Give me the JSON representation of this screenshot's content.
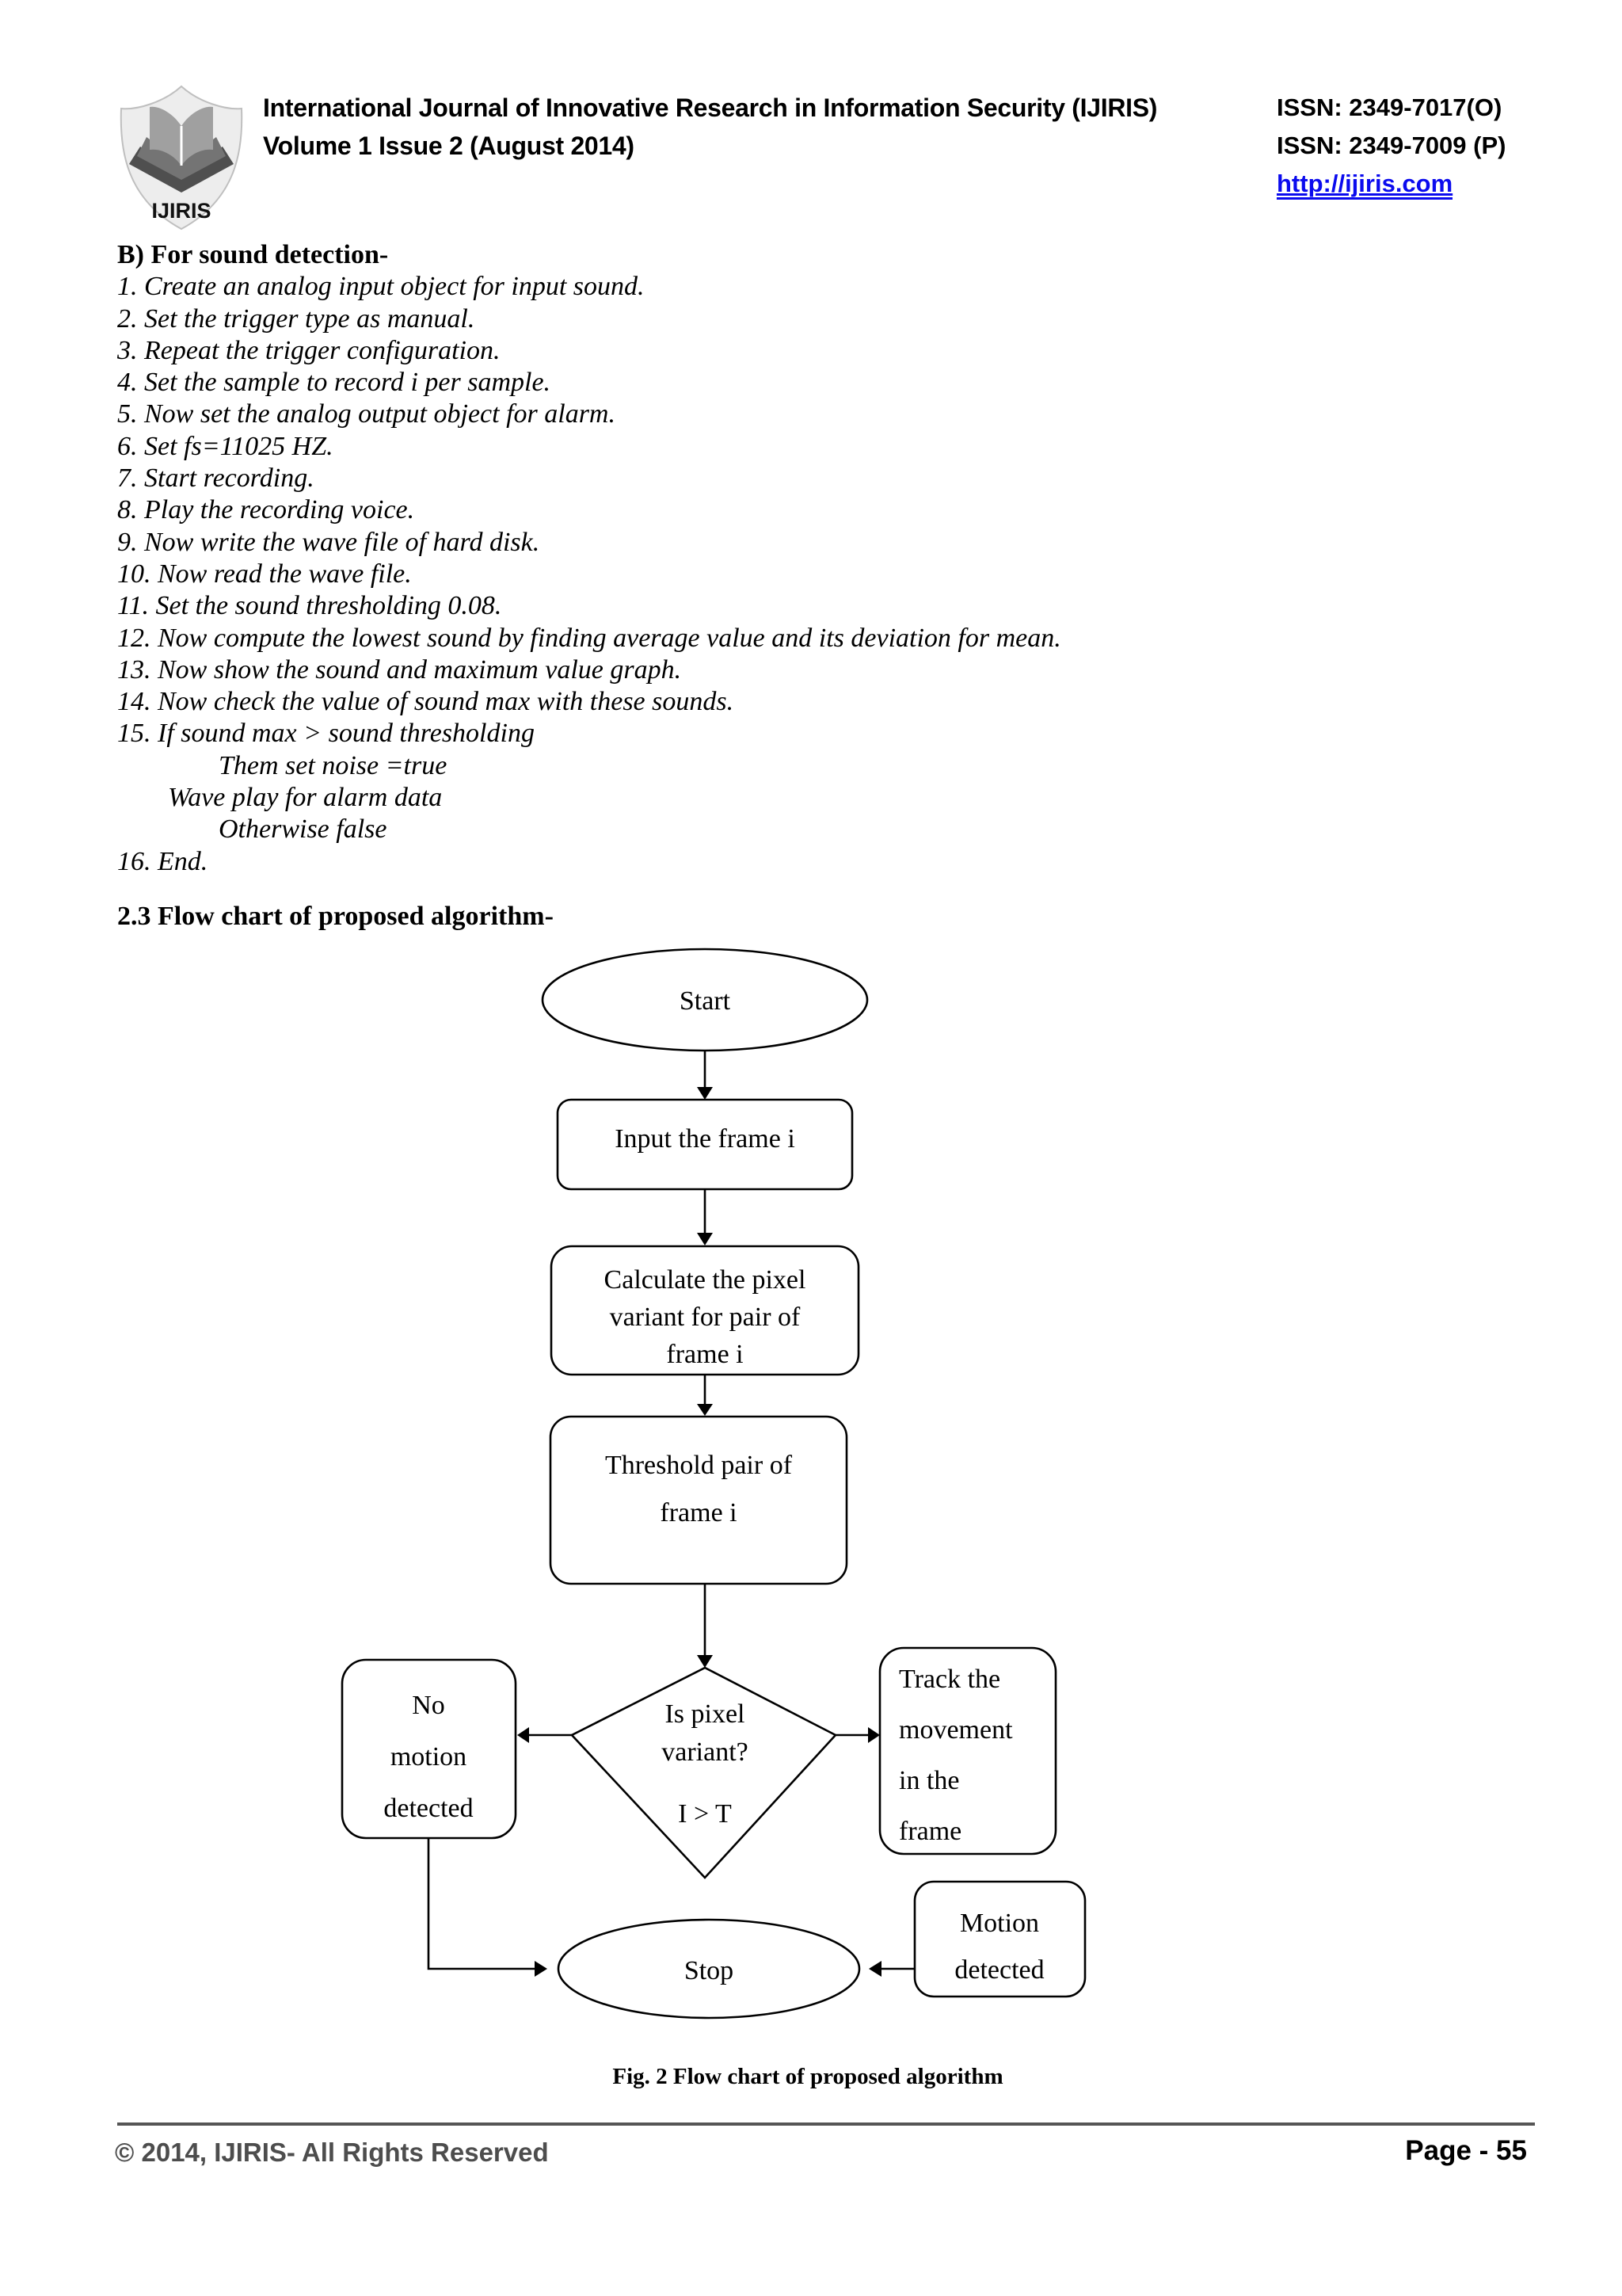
{
  "header": {
    "journal_title": "International Journal of Innovative Research in Information Security (IJIRIS)",
    "volume_line": "Volume 1 Issue 2 (August 2014)",
    "issn_online": "ISSN: 2349-7017(O)",
    "issn_print": "ISSN: 2349-7009 (P)",
    "website": "http://ijiris.com",
    "logo_text": "IJIRIS"
  },
  "sound_detection": {
    "heading": "B) For sound detection-",
    "lines": [
      "1. Create an analog input object for input sound.",
      "2. Set the trigger type as manual.",
      "3. Repeat the trigger configuration.",
      "4. Set the sample to record i per sample.",
      "5. Now set the analog output object for alarm.",
      "6. Set fs=11025 HZ.",
      "7. Start recording.",
      "8. Play the recording voice.",
      "9. Now write the wave file of hard disk.",
      "10. Now read the wave file.",
      "11. Set the sound thresholding 0.08.",
      "12. Now compute the lowest sound by finding average value and its deviation for mean.",
      "13. Now show the sound and maximum value graph.",
      "14. Now check the value of sound max with these sounds.",
      "15. If sound max > sound thresholding",
      "Them set noise =true",
      "Wave play for alarm data",
      "Otherwise false",
      "16. End."
    ]
  },
  "flowchart": {
    "section_heading": "2.3 Flow chart of proposed algorithm-",
    "caption": "Fig. 2 Flow chart of proposed algorithm",
    "nodes": {
      "start": "Start",
      "input": "Input the frame i",
      "calculate": [
        "Calculate the pixel",
        "variant for pair of",
        "frame i"
      ],
      "threshold": [
        "Threshold pair of",
        "frame i"
      ],
      "decision": [
        "Is pixel",
        "variant?",
        "I > T"
      ],
      "no_motion": [
        "No",
        "motion",
        "detected"
      ],
      "track": [
        "Track the",
        "movement",
        "in the",
        "frame"
      ],
      "motion": [
        "Motion",
        "detected"
      ],
      "stop": "Stop"
    }
  },
  "footer": {
    "copyright": "© 2014, IJIRIS- All Rights Reserved",
    "page": "Page - 55"
  }
}
